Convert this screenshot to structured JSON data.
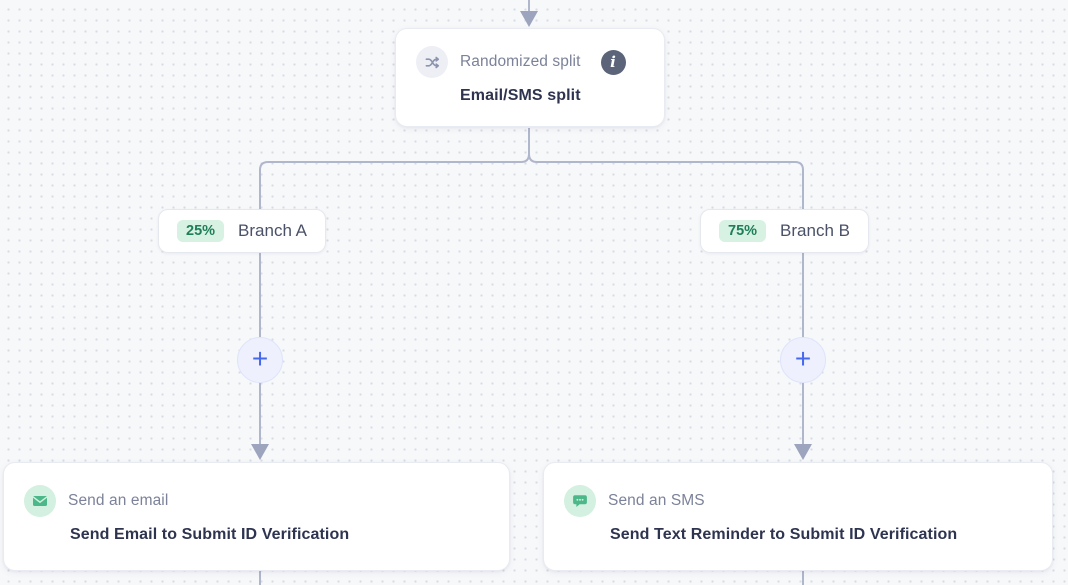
{
  "canvas": {
    "background": "#f7f8fa",
    "dot_color": "#d8dbe2",
    "connector_color": "#b0b6cc"
  },
  "split_node": {
    "type_label": "Randomized split",
    "title": "Email/SMS split",
    "icon": "shuffle-icon",
    "info_glyph": "i"
  },
  "branches": [
    {
      "label": "Branch A",
      "percent": "25%"
    },
    {
      "label": "Branch B",
      "percent": "75%"
    }
  ],
  "add_step": {
    "symbol": "+"
  },
  "action_nodes": [
    {
      "type_label": "Send an email",
      "title": "Send Email to Submit ID Verification",
      "icon": "email-icon"
    },
    {
      "type_label": "Send an SMS",
      "title": "Send Text Reminder to Submit ID Verification",
      "icon": "sms-icon"
    }
  ],
  "colors": {
    "badge_bg": "#d7f2e2",
    "badge_text": "#1f7e57",
    "accent_blue": "#4568ee",
    "icon_green": "#4cb789",
    "icon_green_bg": "#d3f0e0",
    "info_circle_bg": "#5b6479"
  }
}
